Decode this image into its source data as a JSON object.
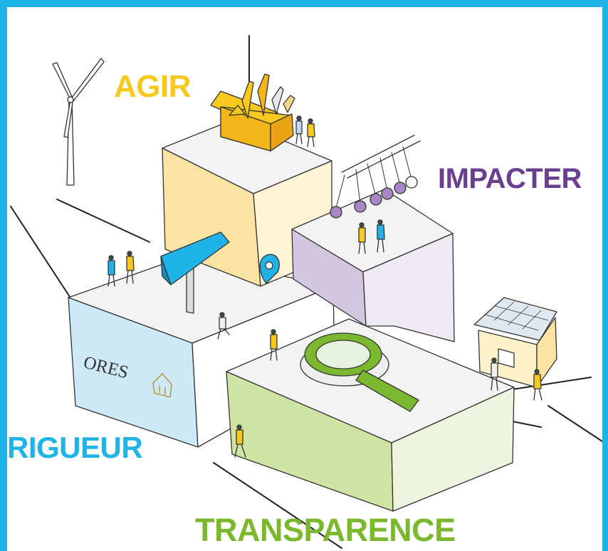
{
  "labels": {
    "agir": "AGIR",
    "impacter": "IMPACTER",
    "rigueur": "RIGUEUR",
    "transparence": "TRANSPARENCE"
  },
  "logo": {
    "text": "ORES"
  },
  "colors": {
    "frame": "#1fb3e8",
    "agir": "#f7c81e",
    "impacter": "#6a3f8f",
    "rigueur": "#1fb3e8",
    "transparence": "#7cb82f",
    "agir_block": "#fbe3a3",
    "impacter_block": "#d3c6e1",
    "rigueur_block": "#cde9f7",
    "transparence_block": "#cfe3a3",
    "block_top": "#f3f3f3"
  },
  "icons": [
    "wind-turbine-icon",
    "toolbox-icon",
    "newtons-cradle-icon",
    "signpost-icon",
    "location-pin-icon",
    "magnifier-icon",
    "solar-house-icon"
  ]
}
